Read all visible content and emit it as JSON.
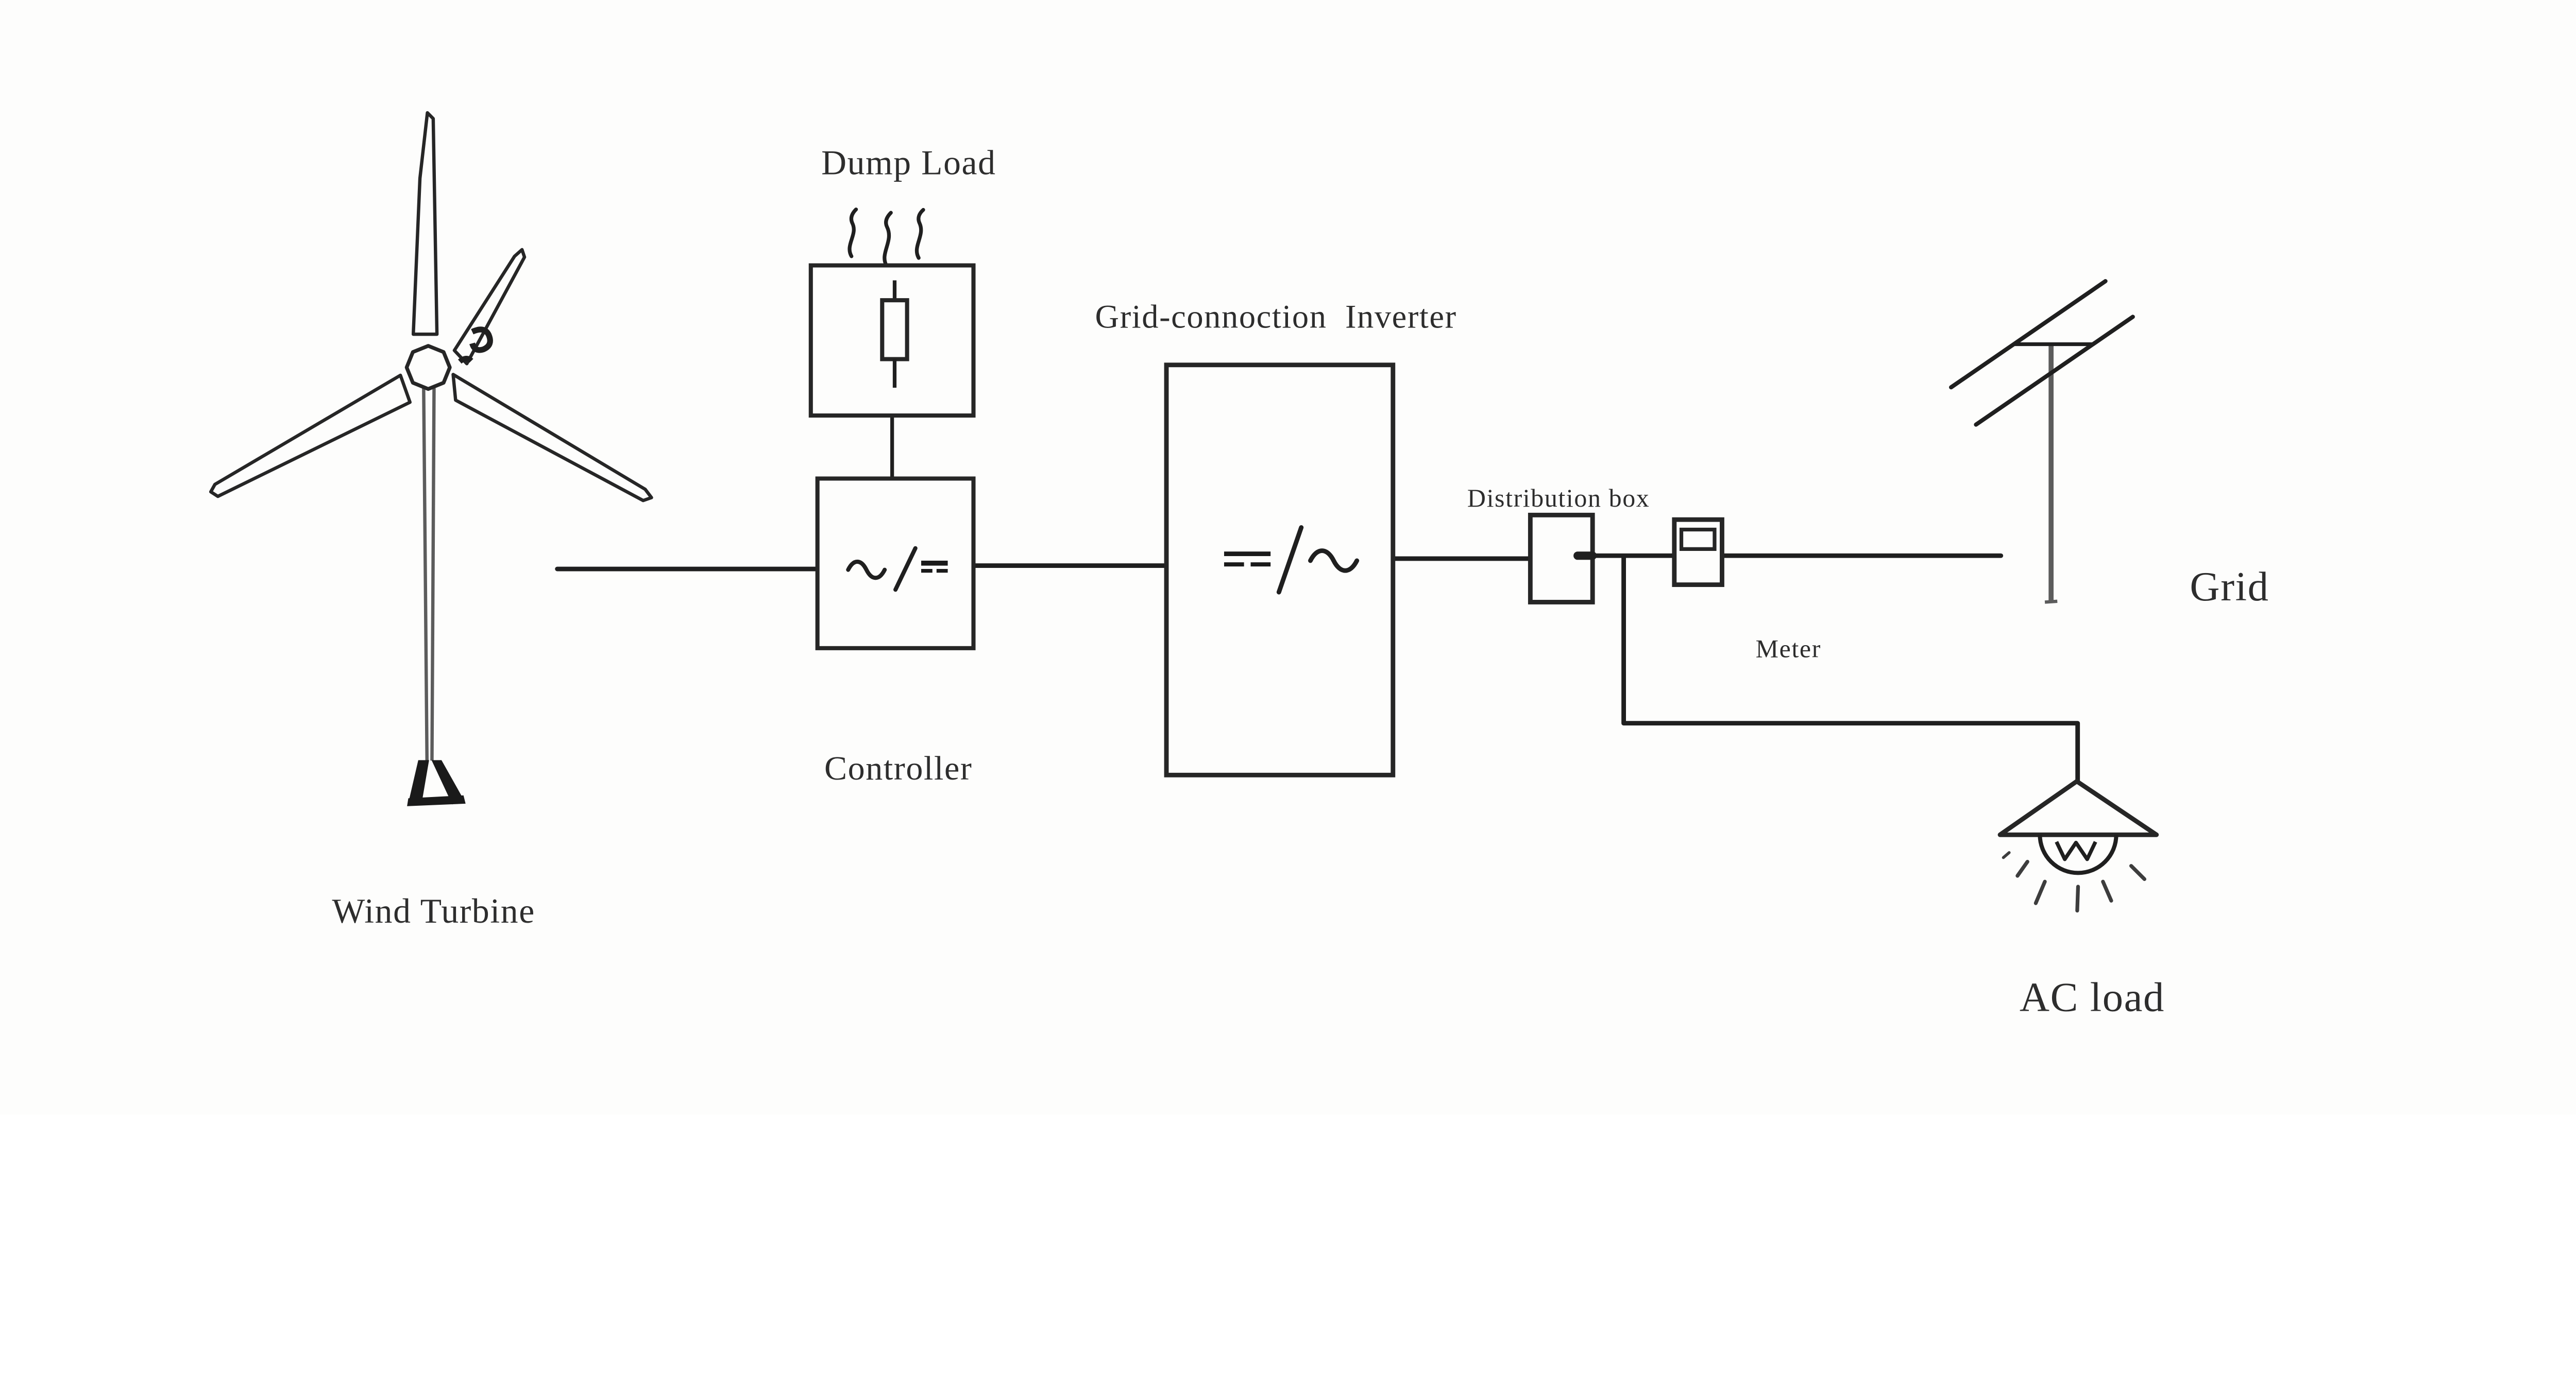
{
  "canvas": {
    "background": "#fdfdfc",
    "ink_color": "#1f1f1f",
    "faded_ink_color": "#5c5c5c"
  },
  "components": {
    "wind_turbine": {
      "label": "Wind Turbine",
      "icon": "wind-turbine-icon"
    },
    "dump_load": {
      "label": "Dump Load",
      "icon": "resistor-icon"
    },
    "controller": {
      "label": "Controller",
      "symbol": "ac-to-dc-converter-symbol"
    },
    "inverter": {
      "label": "Grid-connoction  Inverter",
      "symbol": "dc-to-ac-inverter-symbol"
    },
    "distribution_box": {
      "label": "Distribution box"
    },
    "meter": {
      "label": "Meter"
    },
    "grid": {
      "label": "Grid",
      "icon": "power-pole-icon"
    },
    "ac_load": {
      "label": "AC load",
      "icon": "lamp-icon"
    }
  },
  "connections": [
    "wind-turbine to controller",
    "dump-load to controller",
    "controller to inverter",
    "inverter to distribution-box",
    "distribution-box to meter",
    "meter to grid",
    "distribution-box branch to ac-load"
  ]
}
